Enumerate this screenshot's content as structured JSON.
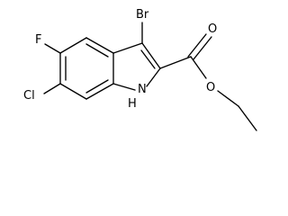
{
  "structure": {
    "atoms": {
      "bromine": "Br",
      "fluorine": "F",
      "chlorine": "Cl",
      "nitrogen": "N",
      "hydrogen": "H",
      "carbonyl_oxygen": "O",
      "ester_oxygen": "O"
    }
  }
}
